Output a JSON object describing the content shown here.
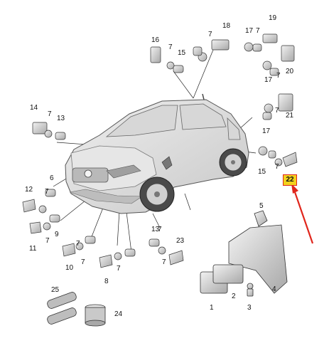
{
  "callouts": [
    {
      "id": "c1",
      "text": "1"
    },
    {
      "id": "c2",
      "text": "2"
    },
    {
      "id": "c3",
      "text": "3"
    },
    {
      "id": "c4",
      "text": "4"
    },
    {
      "id": "c5",
      "text": "5"
    },
    {
      "id": "c6",
      "text": "6"
    },
    {
      "id": "c7a",
      "text": "7"
    },
    {
      "id": "c7b",
      "text": "7"
    },
    {
      "id": "c7c",
      "text": "7"
    },
    {
      "id": "c7d",
      "text": "7"
    },
    {
      "id": "c7e",
      "text": "7"
    },
    {
      "id": "c7f",
      "text": "7"
    },
    {
      "id": "c7g",
      "text": "7"
    },
    {
      "id": "c7h",
      "text": "7"
    },
    {
      "id": "c7i",
      "text": "7"
    },
    {
      "id": "c7j",
      "text": "7"
    },
    {
      "id": "c7k",
      "text": "7"
    },
    {
      "id": "c7l",
      "text": "7"
    },
    {
      "id": "c7m",
      "text": "7"
    },
    {
      "id": "c7n",
      "text": "7"
    },
    {
      "id": "c8",
      "text": "8"
    },
    {
      "id": "c9",
      "text": "9"
    },
    {
      "id": "c10",
      "text": "10"
    },
    {
      "id": "c11",
      "text": "11"
    },
    {
      "id": "c12",
      "text": "12"
    },
    {
      "id": "c13a",
      "text": "13"
    },
    {
      "id": "c13b",
      "text": "13"
    },
    {
      "id": "c14",
      "text": "14"
    },
    {
      "id": "c15a",
      "text": "15"
    },
    {
      "id": "c15b",
      "text": "15"
    },
    {
      "id": "c16",
      "text": "16"
    },
    {
      "id": "c17a",
      "text": "17"
    },
    {
      "id": "c17b",
      "text": "17"
    },
    {
      "id": "c17c",
      "text": "17"
    },
    {
      "id": "c18",
      "text": "18"
    },
    {
      "id": "c19",
      "text": "19"
    },
    {
      "id": "c20",
      "text": "20"
    },
    {
      "id": "c21",
      "text": "21"
    },
    {
      "id": "c23",
      "text": "23"
    },
    {
      "id": "c24",
      "text": "24"
    },
    {
      "id": "c25",
      "text": "25"
    }
  ],
  "highlight": {
    "text": "22",
    "fill": "#f2d11c",
    "border": "#e0261c"
  },
  "arrow_color": "#e0261c"
}
